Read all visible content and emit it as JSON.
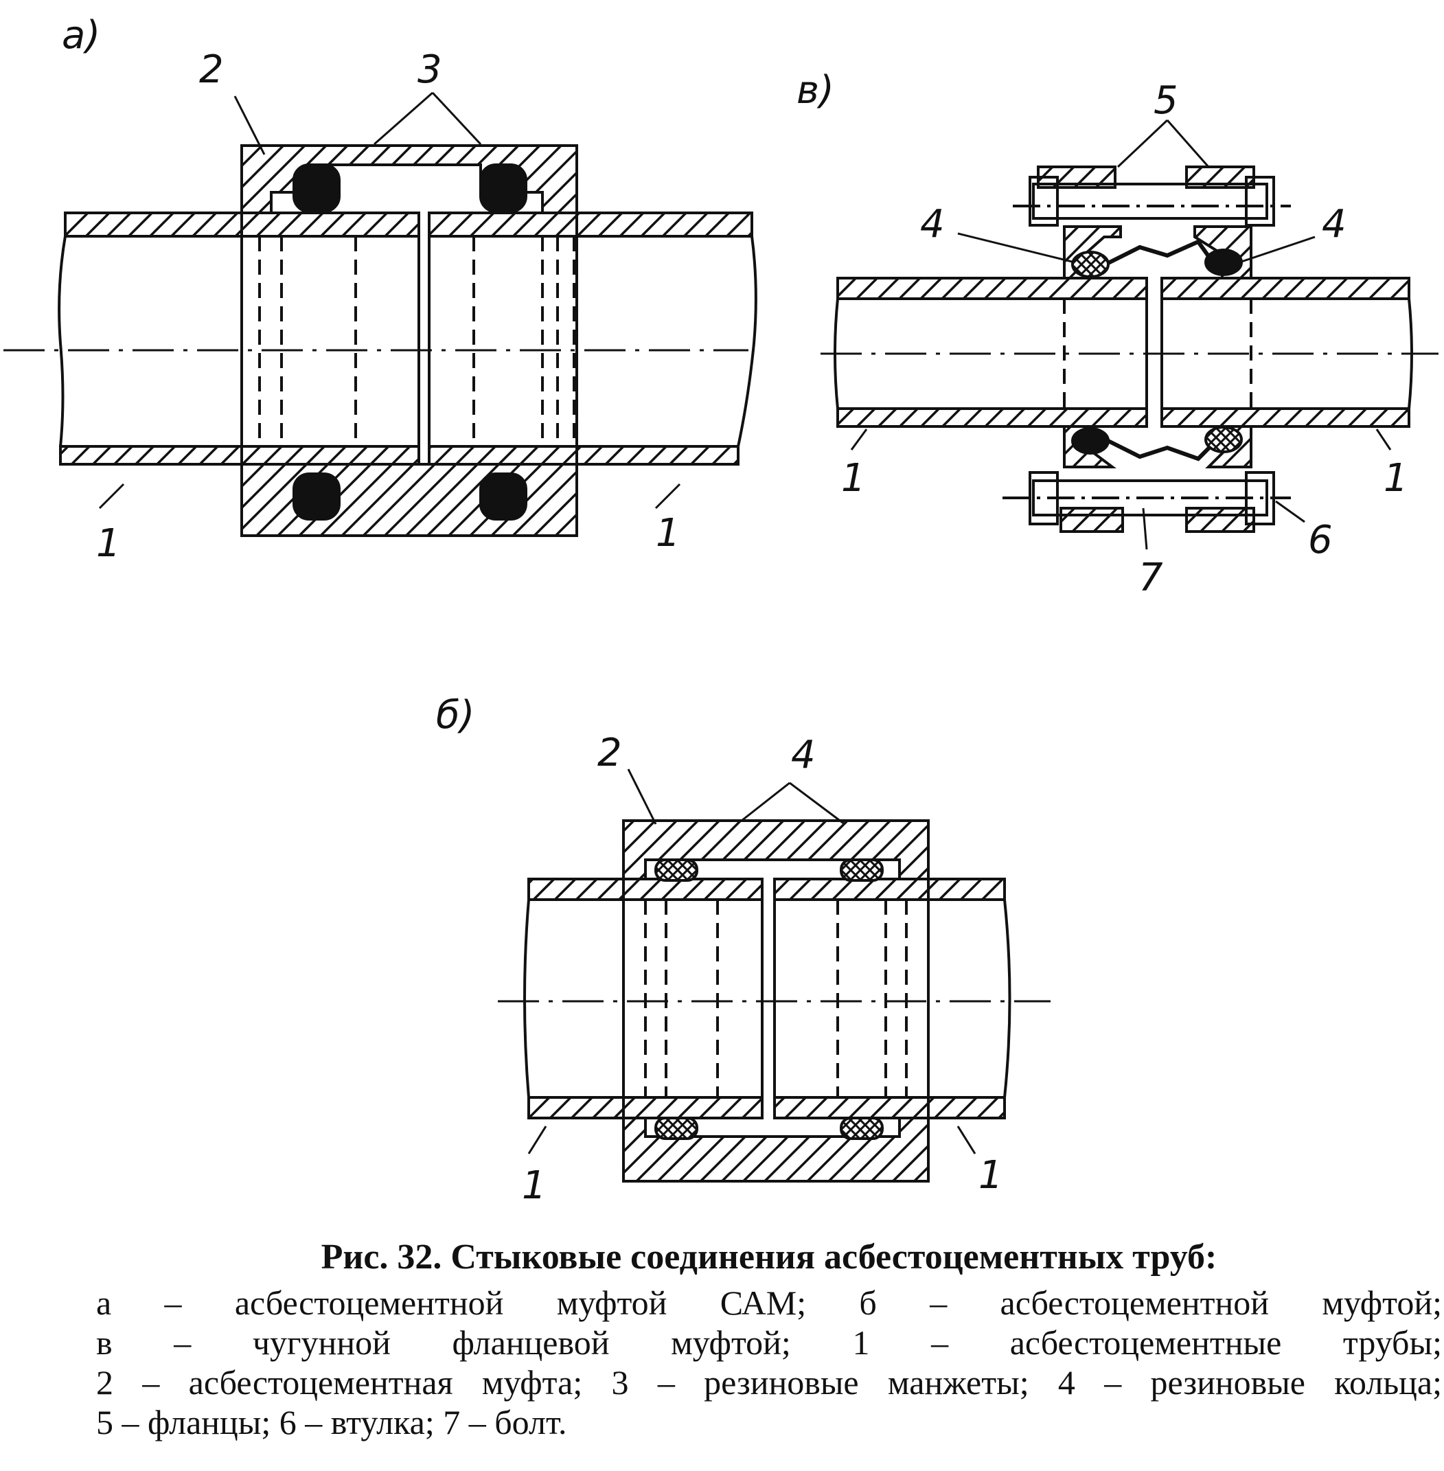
{
  "panels": {
    "a": {
      "letter": "а)",
      "labels": [
        "2",
        "3",
        "1",
        "1"
      ]
    },
    "v": {
      "letter": "в)",
      "labels": [
        "5",
        "4",
        "4",
        "1",
        "1",
        "6",
        "7"
      ]
    },
    "b": {
      "letter": "б)",
      "labels": [
        "2",
        "4",
        "1",
        "1"
      ]
    }
  },
  "caption": {
    "title": "Рис. 32. Стыковые соединения асбестоцементных труб:",
    "lines": [
      "а – асбестоцементной муфтой САМ; б – асбестоцементной муфтой;",
      "в – чугунной фланцевой муфтой; 1 – асбестоцементные трубы;",
      "2 – асбестоцементная муфта; 3 – резиновые манжеты; 4 – резиновые кольца;",
      "5 – фланцы; 6 – втулка; 7 – болт."
    ]
  }
}
